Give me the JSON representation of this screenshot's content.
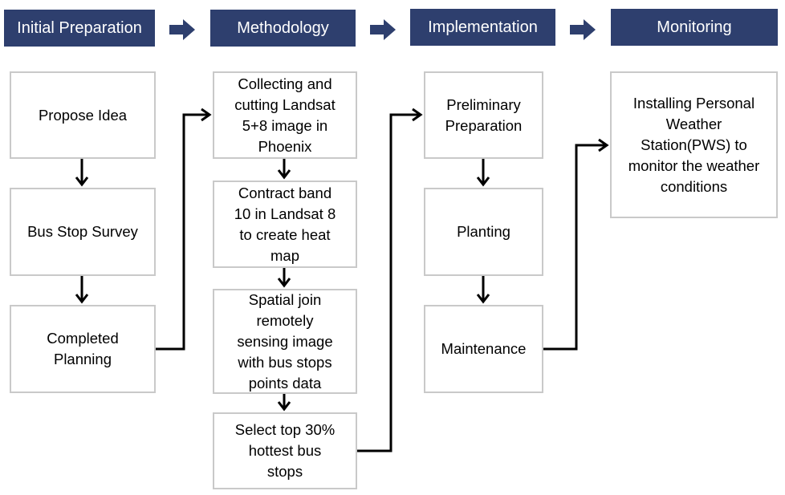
{
  "phases": [
    {
      "title": "Initial Preparation",
      "steps": [
        "Propose Idea",
        "Bus Stop Survey",
        "Completed\nPlanning"
      ]
    },
    {
      "title": "Methodology",
      "steps": [
        "Collecting and\ncutting Landsat\n5+8 image in\nPhoenix",
        "Contract band\n10 in Landsat 8\nto create heat\nmap",
        "Spatial join\nremotely\nsensing image\nwith bus stops\npoints data",
        "Select top 30%\nhottest bus\nstops"
      ]
    },
    {
      "title": "Implementation",
      "steps": [
        "Preliminary\nPreparation",
        "Planting",
        "Maintenance"
      ]
    },
    {
      "title": "Monitoring",
      "steps": [
        "Installing Personal\nWeather\nStation(PWS) to\nmonitor the weather\nconditions"
      ]
    }
  ],
  "colors": {
    "header_bg": "#2E3F6E",
    "header_text": "#FFFFFF",
    "box_border": "#C9C9C9",
    "arrow": "#000000"
  }
}
